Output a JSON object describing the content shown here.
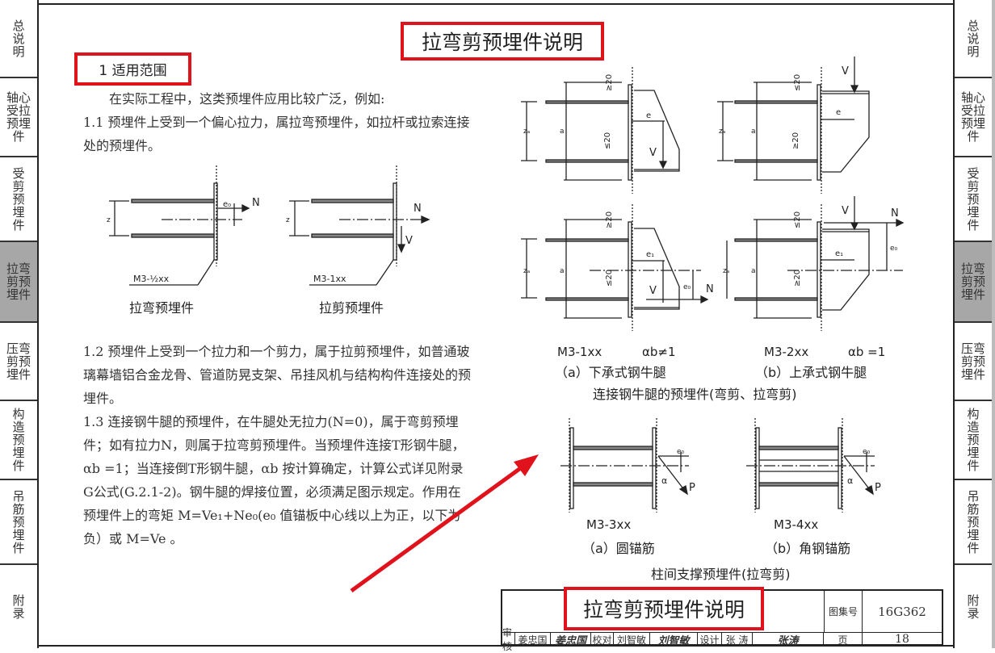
{
  "sidebar": {
    "items": [
      {
        "label": "总说明"
      },
      {
        "label": "轴心受拉预埋件"
      },
      {
        "label": "受剪预埋件"
      },
      {
        "label": "拉弯剪预埋件",
        "active": true
      },
      {
        "label": "压弯剪预埋件"
      },
      {
        "label": "构造预埋件"
      },
      {
        "label": "吊筋预埋件"
      },
      {
        "label": "附录"
      }
    ]
  },
  "page": {
    "title": "拉弯剪预埋件说明",
    "section_heading": "1 适用范围",
    "intro": "在实际工程中，这类预埋件应用比较广泛，例如:",
    "p1_1": "1.1 预埋件上受到一个偏心拉力，属拉弯预埋件，如拉杆或拉索连接处的预埋件。",
    "p1_2": "1.2 预埋件上受到一个拉力和一个剪力，属于拉剪预埋件，如普通玻璃幕墙铝合金龙骨、管道防晃支架、吊挂风机与结构构件连接处的预埋件。",
    "p1_3": "1.3 连接钢牛腿的预埋件，在牛腿处无拉力(N=0)，属于弯剪预埋件；如有拉力N，则属于拉弯剪预埋件。当预埋件连接T形钢牛腿，αb =1；当连接倒T形钢牛腿，αb 按计算确定，计算公式详见附录G公式(G.2.1-2)。钢牛腿的焊接位置，必须满足图示规定。作用在预埋件上的弯矩 M=Ve₁+Ne₀(e₀ 值锚板中心线以上为正，以下为负）或 M=Ve 。"
  },
  "figures": {
    "tension_bending": {
      "code": "M3-½xx",
      "caption": "拉弯预埋件",
      "labels": {
        "z": "z",
        "e0": "e₀",
        "N": "N"
      }
    },
    "tension_shear": {
      "code": "M3-1xx",
      "caption": "拉剪预埋件",
      "labels": {
        "z": "z",
        "N": "N",
        "V": "V"
      }
    },
    "bracket": {
      "a_code": "M3-1xx",
      "a_alpha": "αb≠1",
      "a_caption": "（a）下承式钢牛腿",
      "b_code": "M3-2xx",
      "b_alpha": "αb =1",
      "b_caption": "（b）上承式钢牛腿",
      "caption": "连接钢牛腿的预埋件(弯剪、拉弯剪)",
      "labels": {
        "za": "zₐ",
        "a": "a",
        "ge20": "≥20",
        "le20": "≤20",
        "e": "e",
        "e1": "e₁",
        "e0": "e₀",
        "V": "V",
        "N": "N"
      }
    },
    "bracing": {
      "a_code": "M3-3xx",
      "a_caption": "（a）圆锚筋",
      "b_code": "M3-4xx",
      "b_caption": "（b）角钢锚筋",
      "caption": "柱间支撑预埋件(拉弯剪)",
      "labels": {
        "e0": "e₀",
        "alpha": "α",
        "P": "P"
      }
    }
  },
  "title_block": {
    "title": "拉弯剪预埋件说明",
    "atlas_label": "图集号",
    "atlas_no": "16G362",
    "review_label": "审核",
    "reviewer": "姜忠国",
    "reviewer_sig": "姜忠国",
    "check_label": "校对",
    "checker": "刘智敏",
    "checker_sig": "刘智敏",
    "design_label": "设计",
    "designer": "张 涛",
    "designer_sig": "张涛",
    "page_label": "页",
    "page_no": "18"
  },
  "colors": {
    "highlight": "#e0121b",
    "active_tab": "#a7a7a7"
  }
}
